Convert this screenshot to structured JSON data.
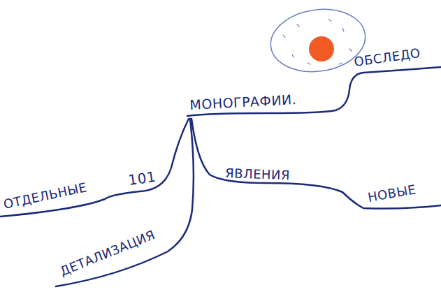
{
  "diagram": {
    "labels": [
      "МОНОГРАФИИ.",
      "ОБСЛЕДО",
      "101",
      "ОТДЕЛЬНЫЕ",
      "ЯВЛЕНИЯ",
      "НОВЫЕ",
      "ДЕТАЛИЗАЦИЯ"
    ]
  }
}
